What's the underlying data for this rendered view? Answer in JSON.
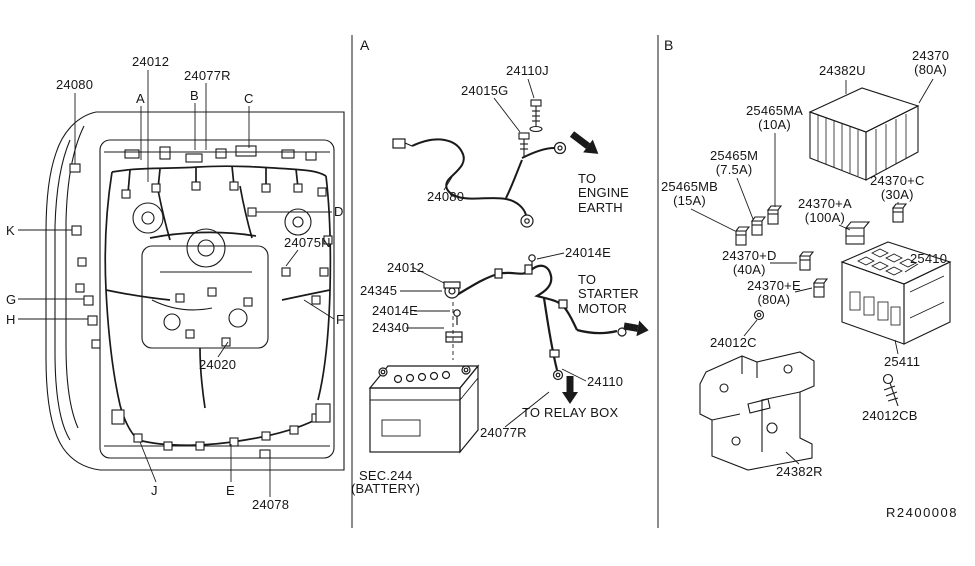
{
  "meta": {
    "section_a": "A",
    "section_b": "B",
    "drawing_code": "R2400008"
  },
  "left": {
    "p24080": "24080",
    "p24012": "24012",
    "p24077r": "24077R",
    "ref_a": "A",
    "ref_b": "B",
    "ref_c": "C",
    "ref_k": "K",
    "ref_d": "D",
    "p24075n": "24075N",
    "ref_g": "G",
    "ref_h": "H",
    "ref_f": "F",
    "p24020": "24020",
    "ref_j": "J",
    "ref_e": "E",
    "p24078": "24078"
  },
  "middle": {
    "p24110j": "24110J",
    "p24015g": "24015G",
    "p24080": "24080",
    "to_engine_earth": "TO\nENGINE\nEARTH",
    "p24012": "24012",
    "p24345": "24345",
    "p24014e_upper": "24014E",
    "p24014e_lower": "24014E",
    "p24340": "24340",
    "to_starter_motor": "TO\nSTARTER\nMOTOR",
    "p24110": "24110",
    "to_relay_box": "TO RELAY BOX",
    "p24077r": "24077R",
    "sec_ref": "SEC.244",
    "sec_name": "(BATTERY)"
  },
  "right": {
    "p24382u": "24382U",
    "p24370": "24370\n(80A)",
    "p25465ma": "25465MA\n(10A)",
    "p25465m": "25465M\n(7.5A)",
    "p25465mb": "25465MB\n(15A)",
    "p24370c": "24370+C\n(30A)",
    "p24370a": "24370+A\n(100A)",
    "p24370d": "24370+D\n(40A)",
    "p25410": "25410",
    "p24370e": "24370+E\n(80A)",
    "p24012c": "24012C",
    "p25411": "25411",
    "p24012cb": "24012CB",
    "p24382r": "24382R"
  }
}
